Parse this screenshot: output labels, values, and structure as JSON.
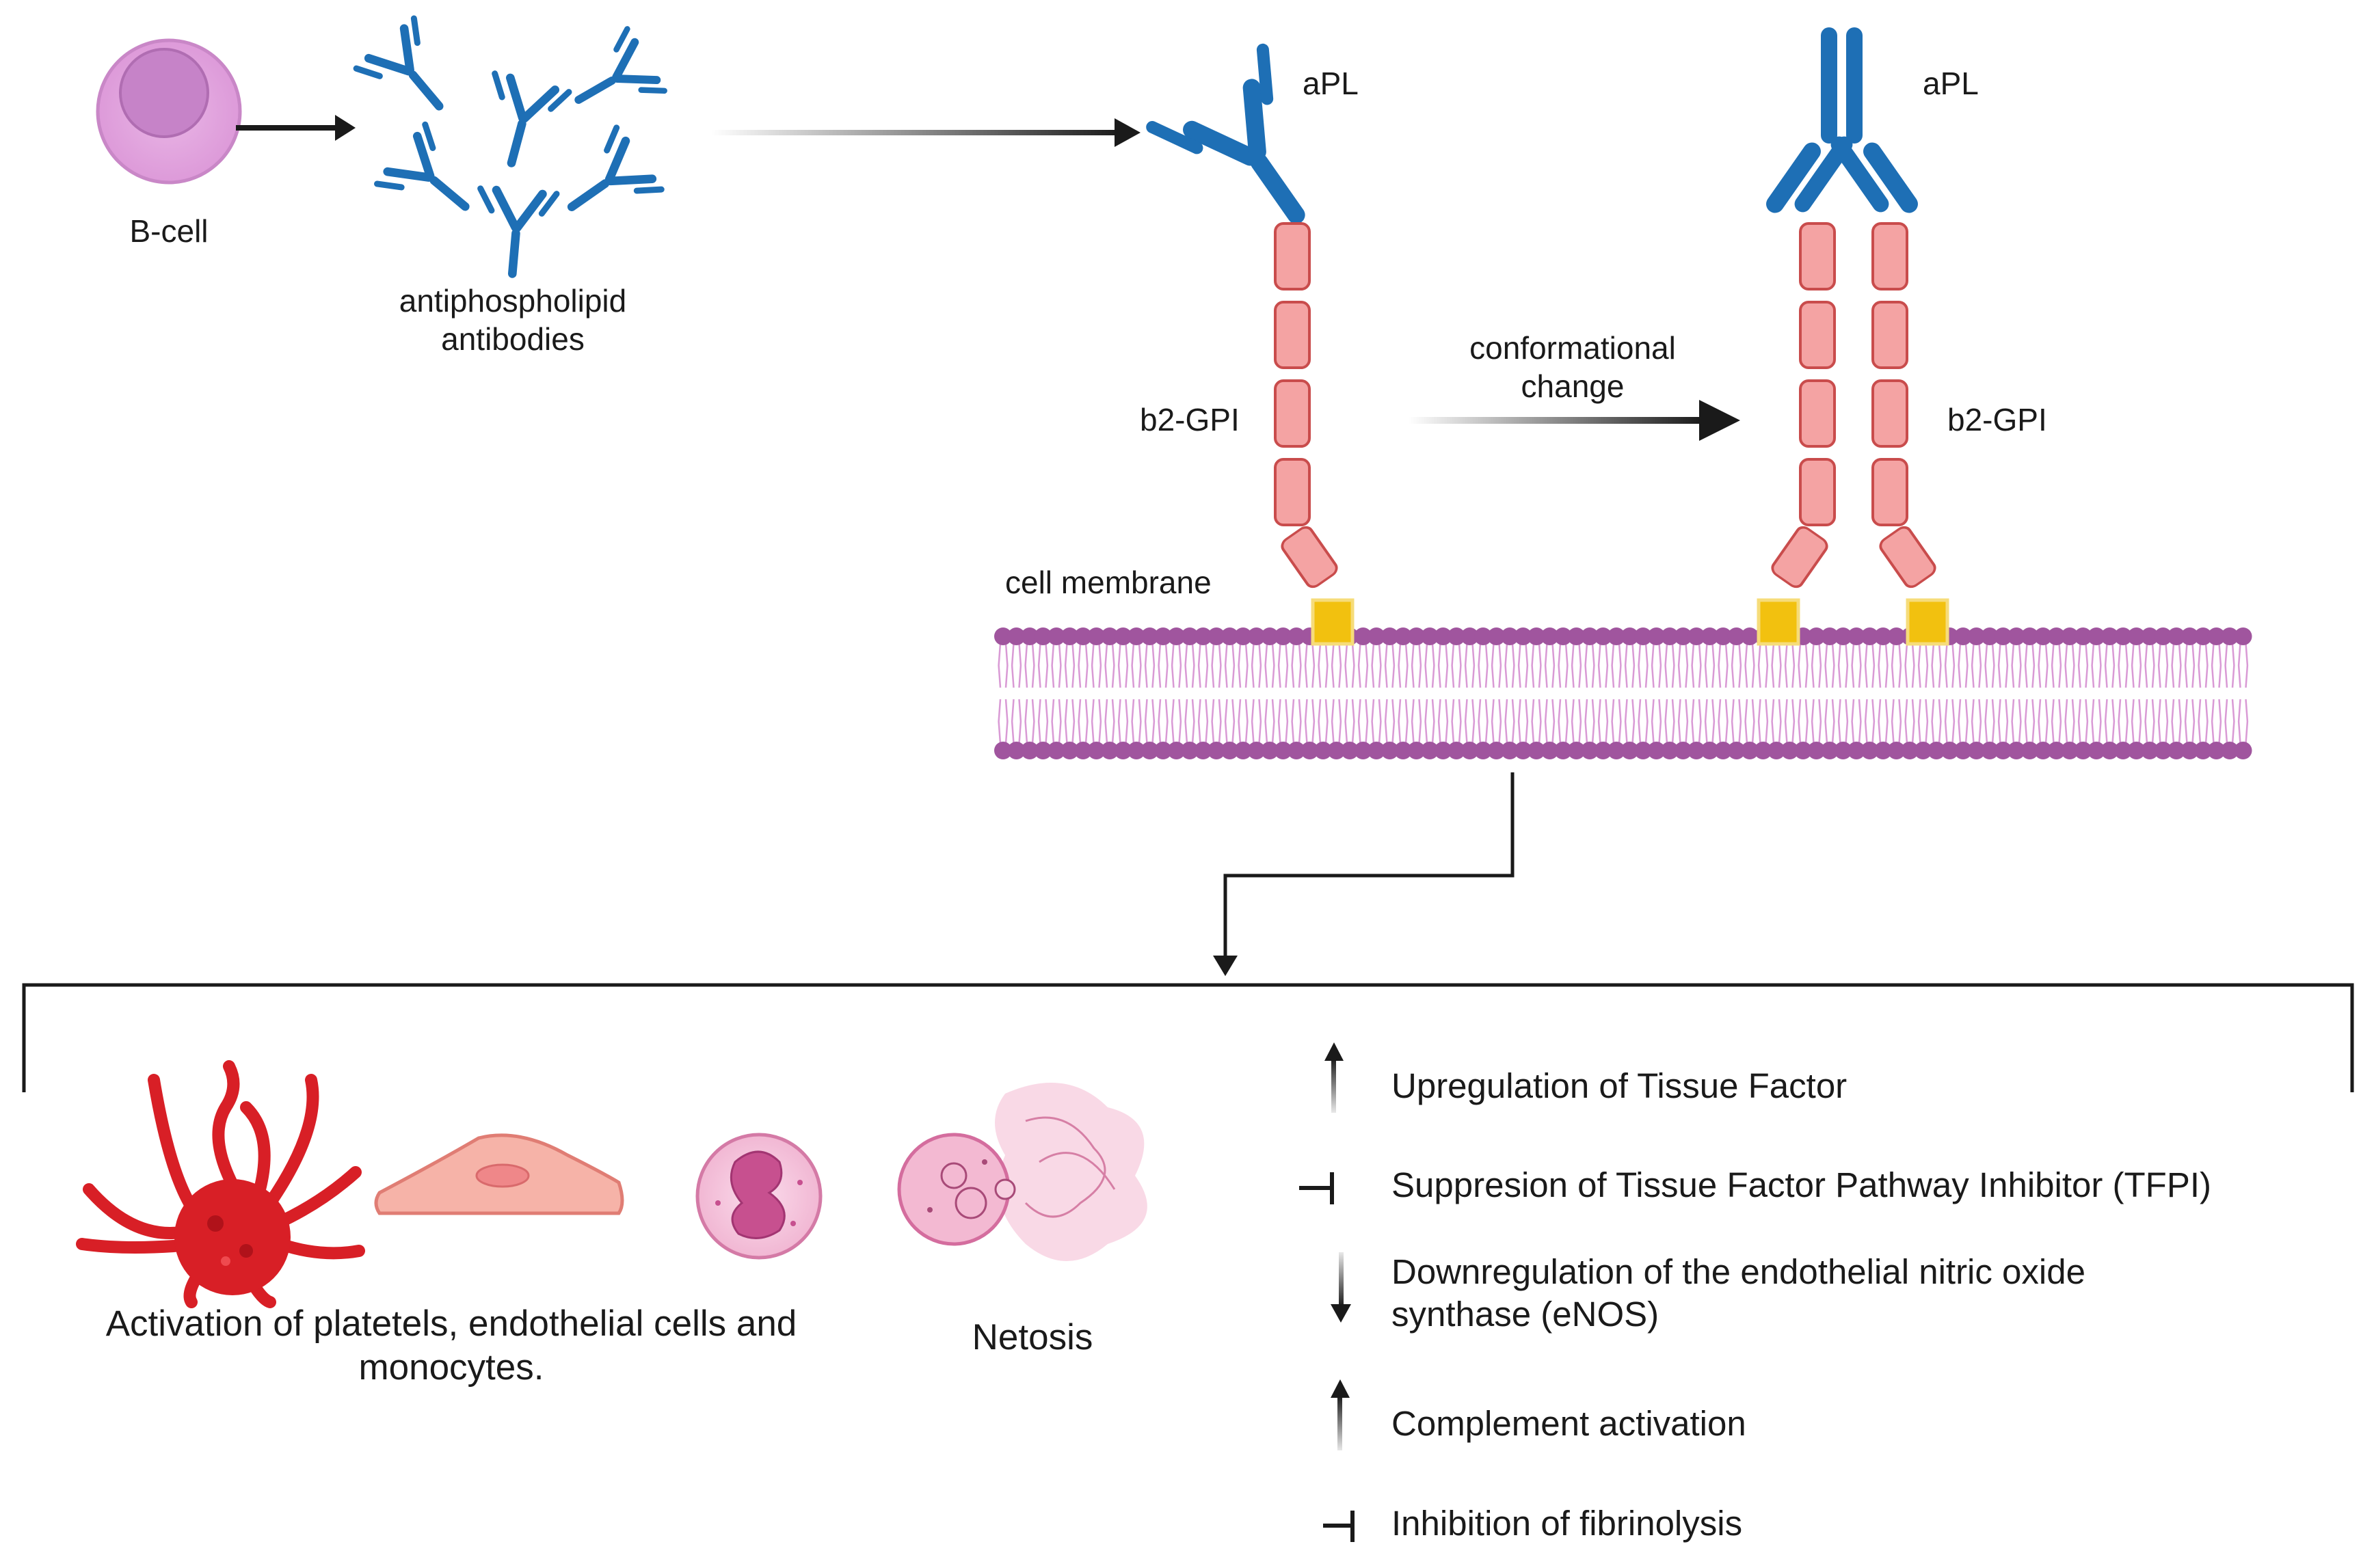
{
  "labels": {
    "b_cell": "B-cell",
    "antibodies_line1": "antiphospholipid",
    "antibodies_line2": "antibodies",
    "apl_left": "aPL",
    "apl_right": "aPL",
    "b2gpi_left": "b2-GPI",
    "b2gpi_right": "b2-GPI",
    "conformational_line1": "conformational",
    "conformational_line2": "change",
    "cell_membrane": "cell membrane",
    "activation_line1": "Activation of platetels, endothelial cells and",
    "activation_line2": "monocytes.",
    "netosis": "Netosis"
  },
  "effects": [
    {
      "symbol": "up-arrow",
      "text": "Upregulation of Tissue Factor"
    },
    {
      "symbol": "inhibit",
      "text": "Suppresion of Tissue Factor Pathway Inhibitor (TFPI)"
    },
    {
      "symbol": "down-arrow",
      "text": "Downregulation of the endothelial nitric oxide",
      "text2": "synthase (eNOS)"
    },
    {
      "symbol": "up-arrow",
      "text": "Complement activation"
    },
    {
      "symbol": "inhibit",
      "text": "Inhibition of fibrinolysis"
    }
  ],
  "colors": {
    "antibody": "#1e6fb5",
    "b2gpi_fill": "#f4a3a3",
    "b2gpi_stroke": "#c94c4c",
    "phospholipid_head": "#a0559e",
    "phospholipid_tail": "#d99ad5",
    "receptor": "#f2c10f",
    "bcell": "#e2a6df",
    "platelet": "#d81f26",
    "arrow": "#1a1a1a"
  }
}
